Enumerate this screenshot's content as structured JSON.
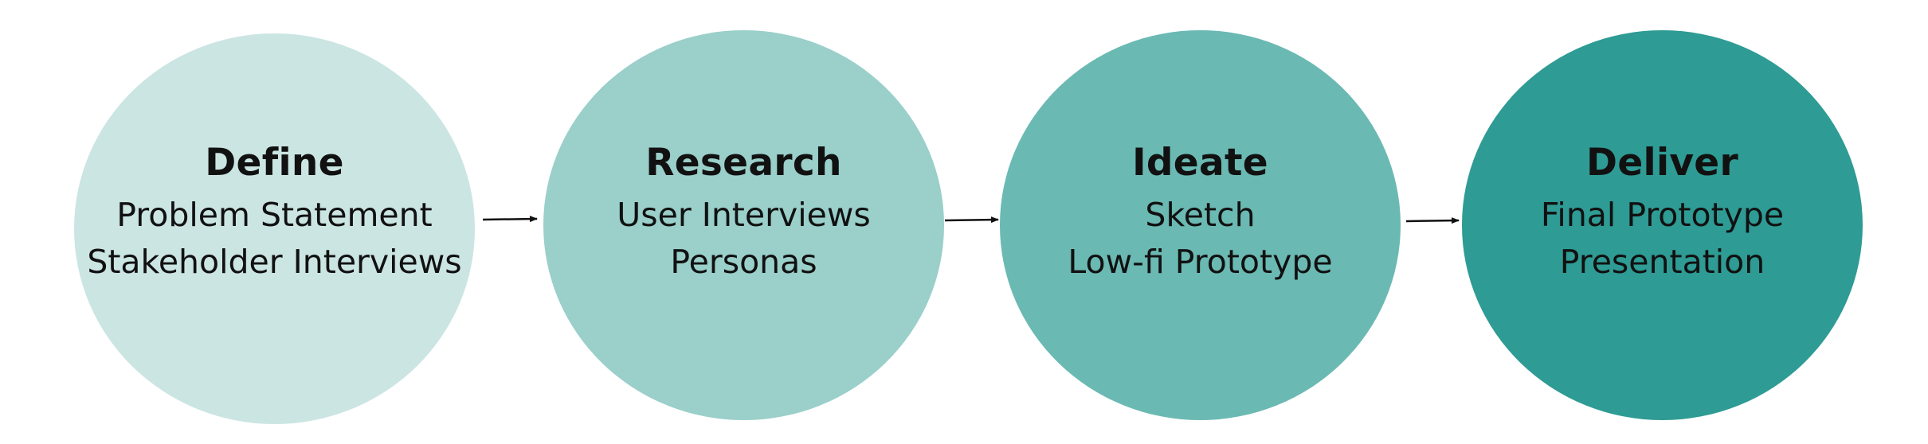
{
  "stages": [
    {
      "title": "Define",
      "lines": [
        "Problem Statement",
        "Stakeholder Interviews"
      ],
      "color": "#cbe5e3"
    },
    {
      "title": "Research",
      "lines": [
        "User Interviews",
        "Personas"
      ],
      "color": "#9acfca"
    },
    {
      "title": "Ideate",
      "lines": [
        "Sketch",
        "Low-fi Prototype"
      ],
      "color": "#6bb9b3"
    },
    {
      "title": "Deliver",
      "lines": [
        "Final Prototype",
        "Presentation"
      ],
      "color": "#2e9b94"
    }
  ],
  "arrow_color": "#111111"
}
